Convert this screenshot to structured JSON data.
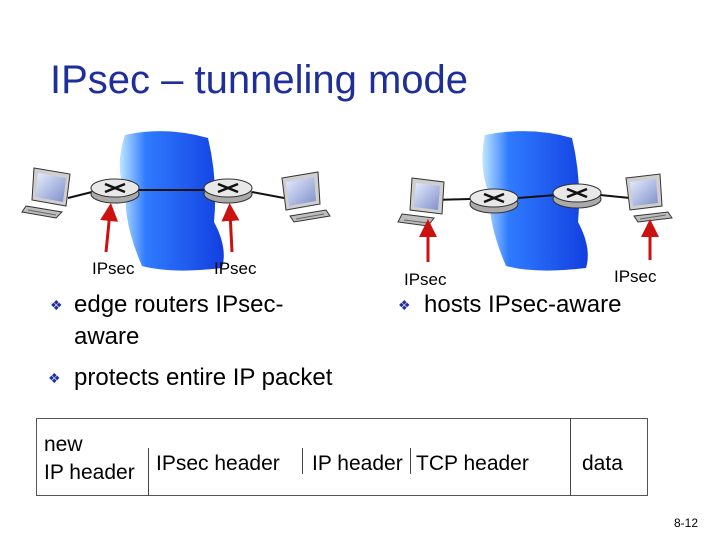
{
  "title": "IPsec – tunneling mode",
  "diagram": {
    "labels": {
      "left_router_1": "IPsec",
      "left_router_2": "IPsec",
      "right_host_1": "IPsec",
      "right_host_2": "IPsec"
    }
  },
  "bullets": {
    "left": [
      {
        "text_line1": "edge routers IPsec-",
        "text_line2": "aware"
      },
      {
        "text_line1": "protects entire IP packet"
      }
    ],
    "right": [
      {
        "text_line1": "hosts IPsec-aware"
      }
    ]
  },
  "packet": {
    "cells": {
      "new_ip_line1": "new",
      "new_ip_line2": "IP header",
      "ipsec_header": "IPsec header",
      "ip_header": "IP header",
      "tcp_header": "TCP header",
      "data": "data"
    }
  },
  "slide_number": "8-12",
  "colors": {
    "title": "#1f2f9a",
    "cloud": "#1a5cff",
    "arrow": "#cc1111",
    "bullet": "#1f2f9a"
  }
}
